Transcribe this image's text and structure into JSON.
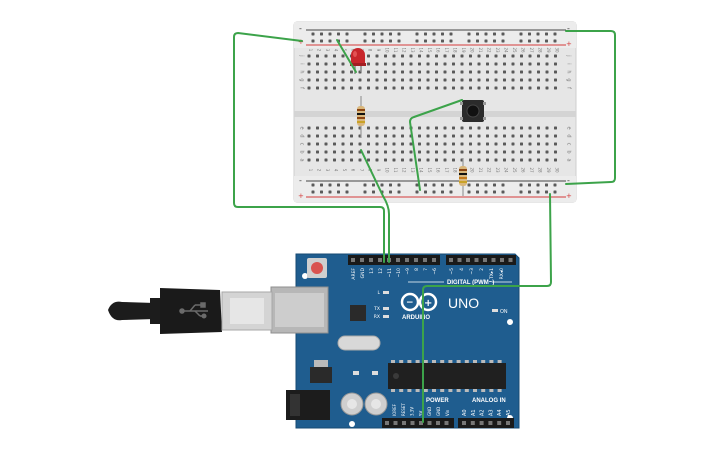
{
  "breadboard": {
    "rail_plus": "+",
    "rail_minus": "-",
    "row_letters_top": [
      "j",
      "i",
      "h",
      "g",
      "f"
    ],
    "row_letters_bottom": [
      "e",
      "d",
      "c",
      "b",
      "a"
    ],
    "column_numbers": [
      "1",
      "2",
      "3",
      "4",
      "5",
      "6",
      "7",
      "8",
      "9",
      "10",
      "11",
      "12",
      "13",
      "14",
      "15",
      "16",
      "17",
      "18",
      "19",
      "20",
      "21",
      "22",
      "23",
      "24",
      "25",
      "26",
      "27",
      "28",
      "29",
      "30"
    ]
  },
  "arduino": {
    "logo_text": "UNO",
    "brand_text": "ARDUINO",
    "digital_label": "DIGITAL (PWM~)",
    "power_label": "POWER",
    "analog_label": "ANALOG IN",
    "on_label": "ON",
    "reset_mark": "",
    "led_labels": [
      "L",
      "TX",
      "RX"
    ],
    "digital_pins": [
      "AREF",
      "GND",
      "13",
      "12",
      "~11",
      "~10",
      "~9",
      "8",
      "7",
      "~6",
      "~5",
      "4",
      "~3",
      "2",
      "TX▸1",
      "RX◂0"
    ],
    "power_pins": [
      "IOREF",
      "RESET",
      "3.3V",
      "5V",
      "GND",
      "GND",
      "Vin"
    ],
    "analog_pins": [
      "A0",
      "A1",
      "A2",
      "A3",
      "A4",
      "A5"
    ]
  },
  "colors": {
    "wire": "#3ca34a",
    "board_blue": "#1f5d8f",
    "breadboard": "#e8e8e8",
    "rail_red": "#d33a3a",
    "rail_black": "#333333"
  }
}
